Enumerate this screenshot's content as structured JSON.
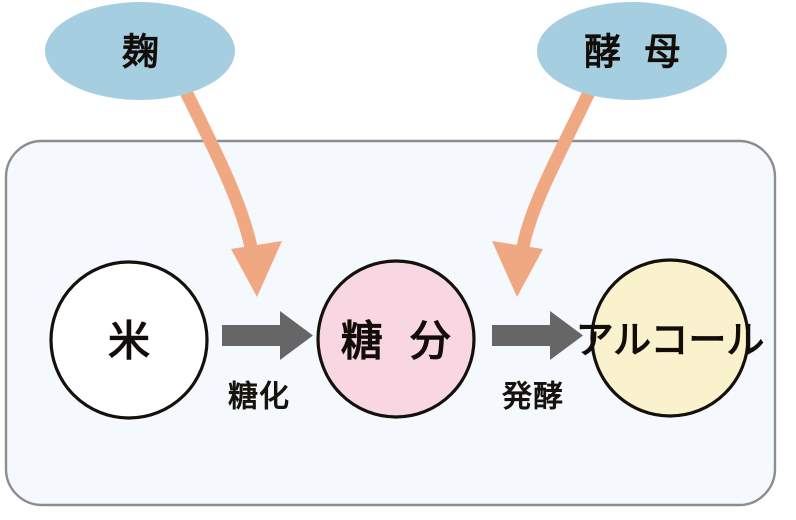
{
  "diagram": {
    "title": "sake brewing process diagram",
    "colors": {
      "panel_fill": "#f5f8fd",
      "panel_border": "#8b8d91",
      "ellipse_fill": "#a5cee0",
      "curved_arrow": "#f0a882",
      "straight_arrow": "#666666",
      "circle_outline": "#14100c",
      "rice_fill": "#ffffff",
      "sugar_fill": "#f8d7e3",
      "alcohol_fill": "#f9f2cc",
      "text": "#120d08"
    },
    "agents": [
      {
        "id": "koji",
        "label": "麹"
      },
      {
        "id": "yeast",
        "label": "酵 母"
      }
    ],
    "stages": [
      {
        "id": "rice",
        "label": "米"
      },
      {
        "id": "sugar",
        "label": "糖 分"
      },
      {
        "id": "alcohol",
        "label": "アルコール"
      }
    ],
    "transitions": [
      {
        "id": "saccharification",
        "label": "糖化"
      },
      {
        "id": "fermentation",
        "label": "発酵"
      }
    ]
  }
}
